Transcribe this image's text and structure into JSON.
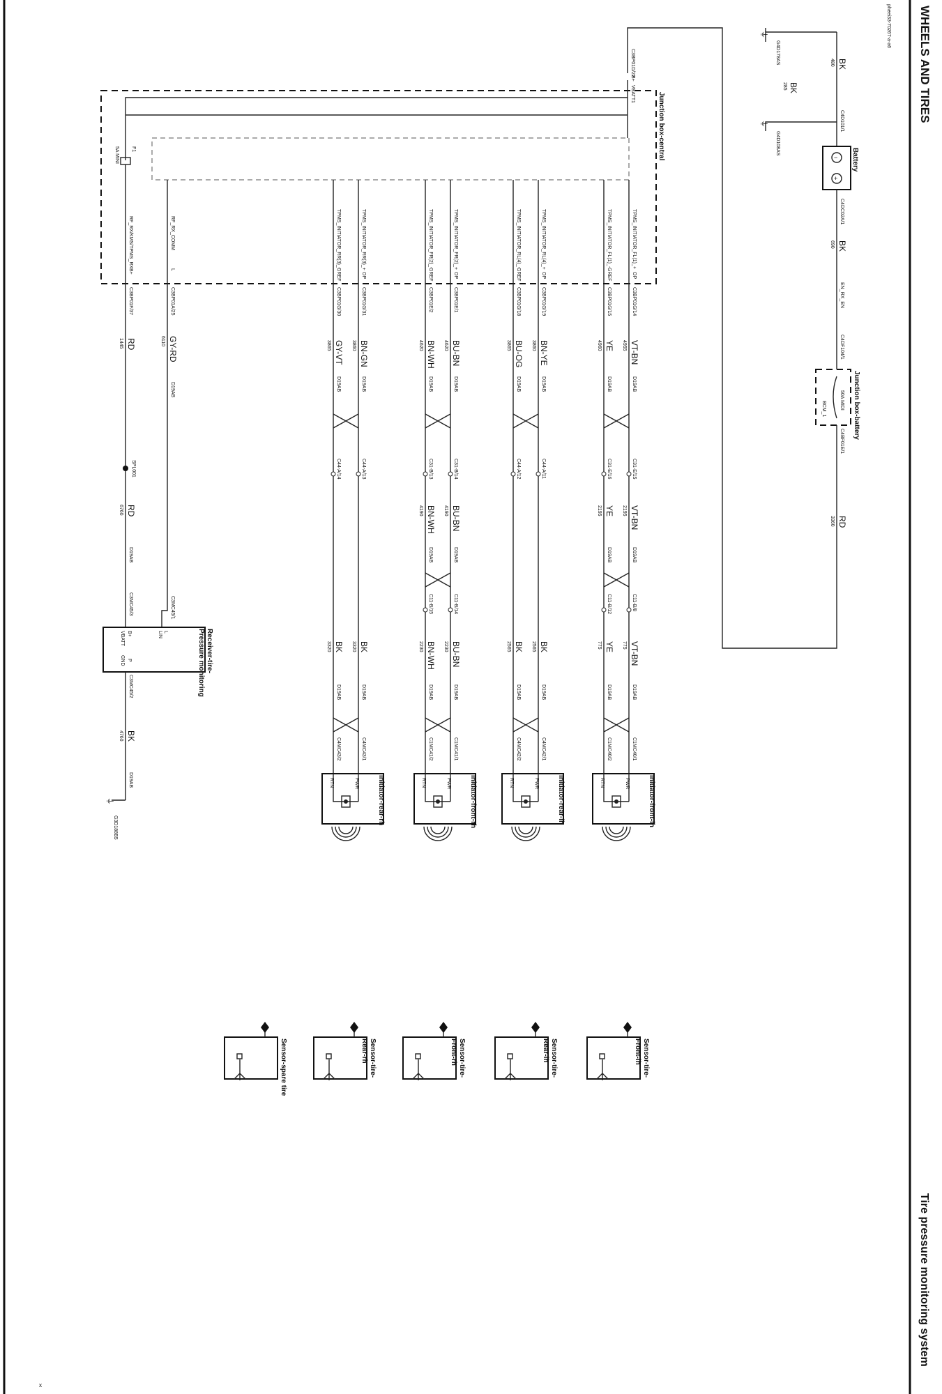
{
  "page": {
    "section_title": "WHEELS AND TIRES",
    "system_title": "Tire pressure monitoring system",
    "diagram_code": "pheei33-70267-a-a6",
    "corner_mark": "x"
  },
  "power": {
    "battery": {
      "name": "Battery",
      "neg_conn": "C4D101/1",
      "pos_conn": "C4DC02A/1"
    },
    "ground_480": {
      "color": "BK",
      "circuit": "480"
    },
    "ground_285": {
      "color": "BK",
      "circuit": "285"
    },
    "ground_g4d178as": "G4D178AS",
    "ground_g4d108as": "G4D108AS",
    "wire_690": {
      "color": "BK",
      "circuit": "690"
    },
    "en_rx_en": "EN_RX_EN",
    "bjb": {
      "name": "Junction box-battery",
      "in_conn": "C4DF104/1",
      "out_conn": "C4BF01E/1",
      "fuse": "50A MIDI",
      "fuse_id": "BCM_1"
    },
    "wire_3360": {
      "color": "RD",
      "circuit": "3360"
    },
    "bcm_conn": "C3BP01D/22",
    "bcm_pin": "B+",
    "vbatt": "VBATT1"
  },
  "cjb": {
    "name": "Junction box-central",
    "fuse": {
      "id": "F1",
      "rating": "5A MINI"
    },
    "rx_power_label": "RF_RX/KMS/TPMS_RX",
    "rx_comm_label": "RF_RX_COMM"
  },
  "initiators": [
    {
      "name": "Initiator-front-lh",
      "signal_pos": "TPMS_INITIATOR_FL(1)_+",
      "signal_neg": "TPMS_INITIATOR_FL(1)_-",
      "pin_pos": "OP",
      "pin_neg": "GREF",
      "conn_pos": "C3BP01G/14",
      "conn_neg": "C3BP01G/15",
      "color_pos": "VT-BN",
      "color_neg": "YE",
      "circ_pos": "4955",
      "circ_neg": "4960",
      "harness": "D19AB",
      "inline1_pos": "C31-E/15",
      "inline1_neg": "C31-E/16",
      "circ2_pos": "2195",
      "circ2_neg": "2195",
      "inline2_pos": "C11-B/8",
      "inline2_neg": "C11-B/12",
      "circ3_pos": "775",
      "circ3_neg": "775",
      "dev_pos": "C1MC40/1",
      "dev_neg": "C1MC40/2"
    },
    {
      "name": "Initiator-rear-lh",
      "signal_pos": "TPMS_INITIATOR_RL(4)_+",
      "signal_neg": "TPMS_INITIATOR_RL(4)_-",
      "pin_pos": "OP",
      "pin_neg": "GREF",
      "conn_pos": "C3BP01G/19",
      "conn_neg": "C3BP01G/18",
      "color_pos": "BN-YE",
      "color_neg": "BU-OG",
      "circ_pos": "3860",
      "circ_neg": "3865",
      "harness": "D19AB",
      "inline1_pos": "C44-A/11",
      "inline1_neg": "C44-A/12",
      "circ2_pos": "",
      "circ2_neg": "",
      "inline2_pos": "",
      "inline2_neg": "",
      "color3_pos": "BK",
      "color3_neg": "BK",
      "circ3_pos": "2565",
      "circ3_neg": "2565",
      "dev_pos": "C4MC42/1",
      "dev_neg": "C4MC42/2"
    },
    {
      "name": "Initiator-front-rh",
      "signal_pos": "TPMS_INITIATOR_FR(2)_+",
      "signal_neg": "TPMS_INITIATOR_FR(2)_-",
      "pin_pos": "OP",
      "pin_neg": "GREF",
      "conn_pos": "C3BP01E/1",
      "conn_neg": "C3BP01E/2",
      "color_pos": "BU-BN",
      "color_neg": "BN-WH",
      "circ_pos": "4620",
      "circ_neg": "4620",
      "harness": "D19AB",
      "inline1_pos": "C31-B/14",
      "inline1_neg": "C31-B/13",
      "circ2_pos": "4190",
      "circ2_neg": "4190",
      "inline2_pos": "C11-B/14",
      "inline2_neg": "C11-B/15",
      "circ3_pos": "2230",
      "circ3_neg": "2230",
      "dev_pos": "C1MC41/1",
      "dev_neg": "C1MC41/2"
    },
    {
      "name": "Initiator-rear-rh",
      "signal_pos": "TPMS_INITIATOR_RR(3)_+",
      "signal_neg": "TPMS_INITIATOR_RR(3)_-",
      "pin_pos": "OP",
      "pin_neg": "GREF",
      "conn_pos": "C3BP01G/31",
      "conn_neg": "C3BP01G/30",
      "color_pos": "BN-GN",
      "color_neg": "GY-VT",
      "circ_pos": "3860",
      "circ_neg": "3865",
      "harness": "D19AB",
      "inline1_pos": "C44-A/13",
      "inline1_neg": "C44-A/14",
      "circ2_pos": "",
      "circ2_neg": "",
      "inline2_pos": "",
      "inline2_neg": "",
      "color3_pos": "BK",
      "color3_neg": "BK",
      "circ3_pos": "3320",
      "circ3_neg": "3320",
      "dev_pos": "C4MC43/1",
      "dev_neg": "C4MC43/2"
    }
  ],
  "init_pins": {
    "pwr": "PWR",
    "rtn": "RTN"
  },
  "receiver": {
    "name": "Receiver-tire-pressure monitoring",
    "name_line1": "Receiver-tire-",
    "name_line2": "Pressure monitoring",
    "comm_conn_cjb": "C3BP01A/25",
    "comm_pin_cjb": "L",
    "comm_color": "GY-RD",
    "comm_circ": "6110",
    "comm_harness": "D19AB",
    "comm_conn_rx": "C3MC45/1",
    "comm_pin_rx": "L",
    "comm_pin_name": "LIN",
    "pwr_conn_cjb": "C3BP01F/37",
    "pwr_pin_cjb": "B+",
    "pwr_color": "RD",
    "pwr_circ": "1445",
    "splice": "SPL001",
    "pwr_color2": "RD",
    "pwr_circ2": "6760",
    "pwr_harness2": "D19AB",
    "pwr_conn_rx": "C3MC45/3",
    "pwr_pin_rx": "B+",
    "pwr_pin_name": "VBATT",
    "gnd_conn_rx": "C3MC45/2",
    "gnd_pin_rx": "P",
    "gnd_pin_name": "GND",
    "gnd_color": "BK",
    "gnd_circ": "4760",
    "gnd_harness": "D19AB",
    "gnd_point": "G3D188B5"
  },
  "sensors": [
    {
      "line1": "Sensor-tire-",
      "line2": "Front-lh"
    },
    {
      "line1": "Sensor-tire-",
      "line2": "Rear-lh"
    },
    {
      "line1": "Sensor-tire-",
      "line2": "Front-rh"
    },
    {
      "line1": "Sensor-tire-",
      "line2": "Rear-rh"
    },
    {
      "line1": "Sensor-spare tire",
      "line2": ""
    }
  ]
}
